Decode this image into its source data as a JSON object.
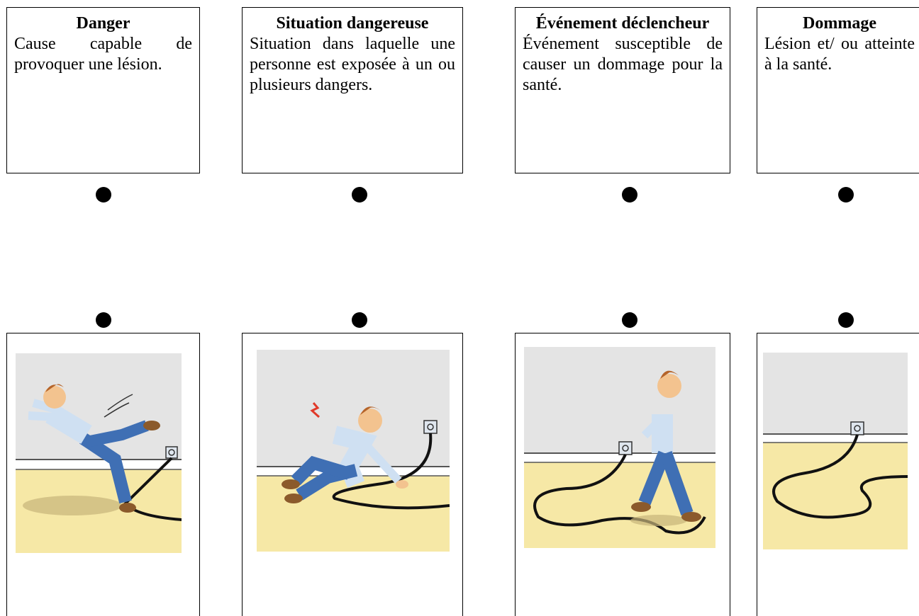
{
  "definitions": [
    {
      "title": "Danger",
      "text": "Cause capable de provoquer une lésion."
    },
    {
      "title": "Situation dangereuse",
      "text": "Situation dans laquelle une personne est exposée à un ou plusieurs dangers."
    },
    {
      "title": "Événement déclencheur",
      "text": "Événement susceptible de causer un dommage pour la santé."
    },
    {
      "title": "Dommage",
      "text": "Lésion et/ ou atteinte à la santé."
    }
  ],
  "illustrations": [
    {
      "icon": "worker-tripping-over-cable-icon"
    },
    {
      "icon": "worker-sitting-injured-icon"
    },
    {
      "icon": "worker-walking-near-cable-icon"
    },
    {
      "icon": "cable-on-floor-icon"
    }
  ],
  "colors": {
    "wall": "#e4e4e4",
    "floor": "#f6e8a6",
    "baseboard": "#ffffff",
    "overalls": "#3f6fb4",
    "shirt": "#cfe0f2",
    "skin": "#f3c38f",
    "hair": "#b5642a",
    "cable": "#111111"
  }
}
